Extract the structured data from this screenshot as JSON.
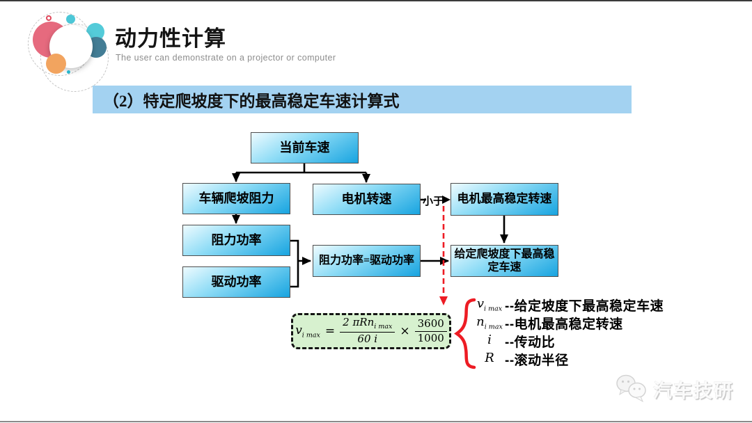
{
  "header": {
    "title": "动力性计算",
    "subtitle": "The user can demonstrate on a projector or computer"
  },
  "banner": {
    "text": "（2）特定爬坡度下的最高稳定车速计算式"
  },
  "flowchart": {
    "nodes": [
      {
        "id": "current-speed",
        "label": "当前车速"
      },
      {
        "id": "climb-resistance",
        "label": "车辆爬坡阻力"
      },
      {
        "id": "motor-speed",
        "label": "电机转速"
      },
      {
        "id": "motor-max-speed",
        "label": "电机最高稳定转速"
      },
      {
        "id": "resist-power",
        "label": "阻力功率"
      },
      {
        "id": "power-equal",
        "label": "阻力功率=驱动功率"
      },
      {
        "id": "max-stable-speed",
        "label": "给定爬坡度下最高稳定车速"
      },
      {
        "id": "drive-power",
        "label": "驱动功率"
      }
    ],
    "edge_label": "小于"
  },
  "formula": {
    "lhs": "v",
    "lhs_sub": "i max",
    "eq": "=",
    "num1": "2 πRn",
    "num1_sub": "i max",
    "den1": "60 i",
    "times": "×",
    "num2": "3600",
    "den2": "1000"
  },
  "legend": {
    "items": [
      {
        "sym": "v",
        "sub": "i max",
        "desc": "--给定坡度下最高稳定车速"
      },
      {
        "sym": "n",
        "sub": "i max",
        "desc": "--电机最高稳定转速"
      },
      {
        "sym": "i",
        "sub": "",
        "desc": "--传动比"
      },
      {
        "sym": "R",
        "sub": "",
        "desc": "--滚动半径"
      }
    ]
  },
  "watermark": {
    "text": "汽车技研"
  },
  "colors": {
    "banner_bg": "#a3d2f1",
    "box_gradient_start": "#eefbff",
    "box_gradient_end": "#18a4e0",
    "formula_bg": "#d7f1cf",
    "arrow_red": "#ed1c24",
    "logo_pink": "#e66a7e",
    "logo_teal": "#54cbd9",
    "logo_slate": "#437d95",
    "logo_orange": "#f2a45f"
  }
}
